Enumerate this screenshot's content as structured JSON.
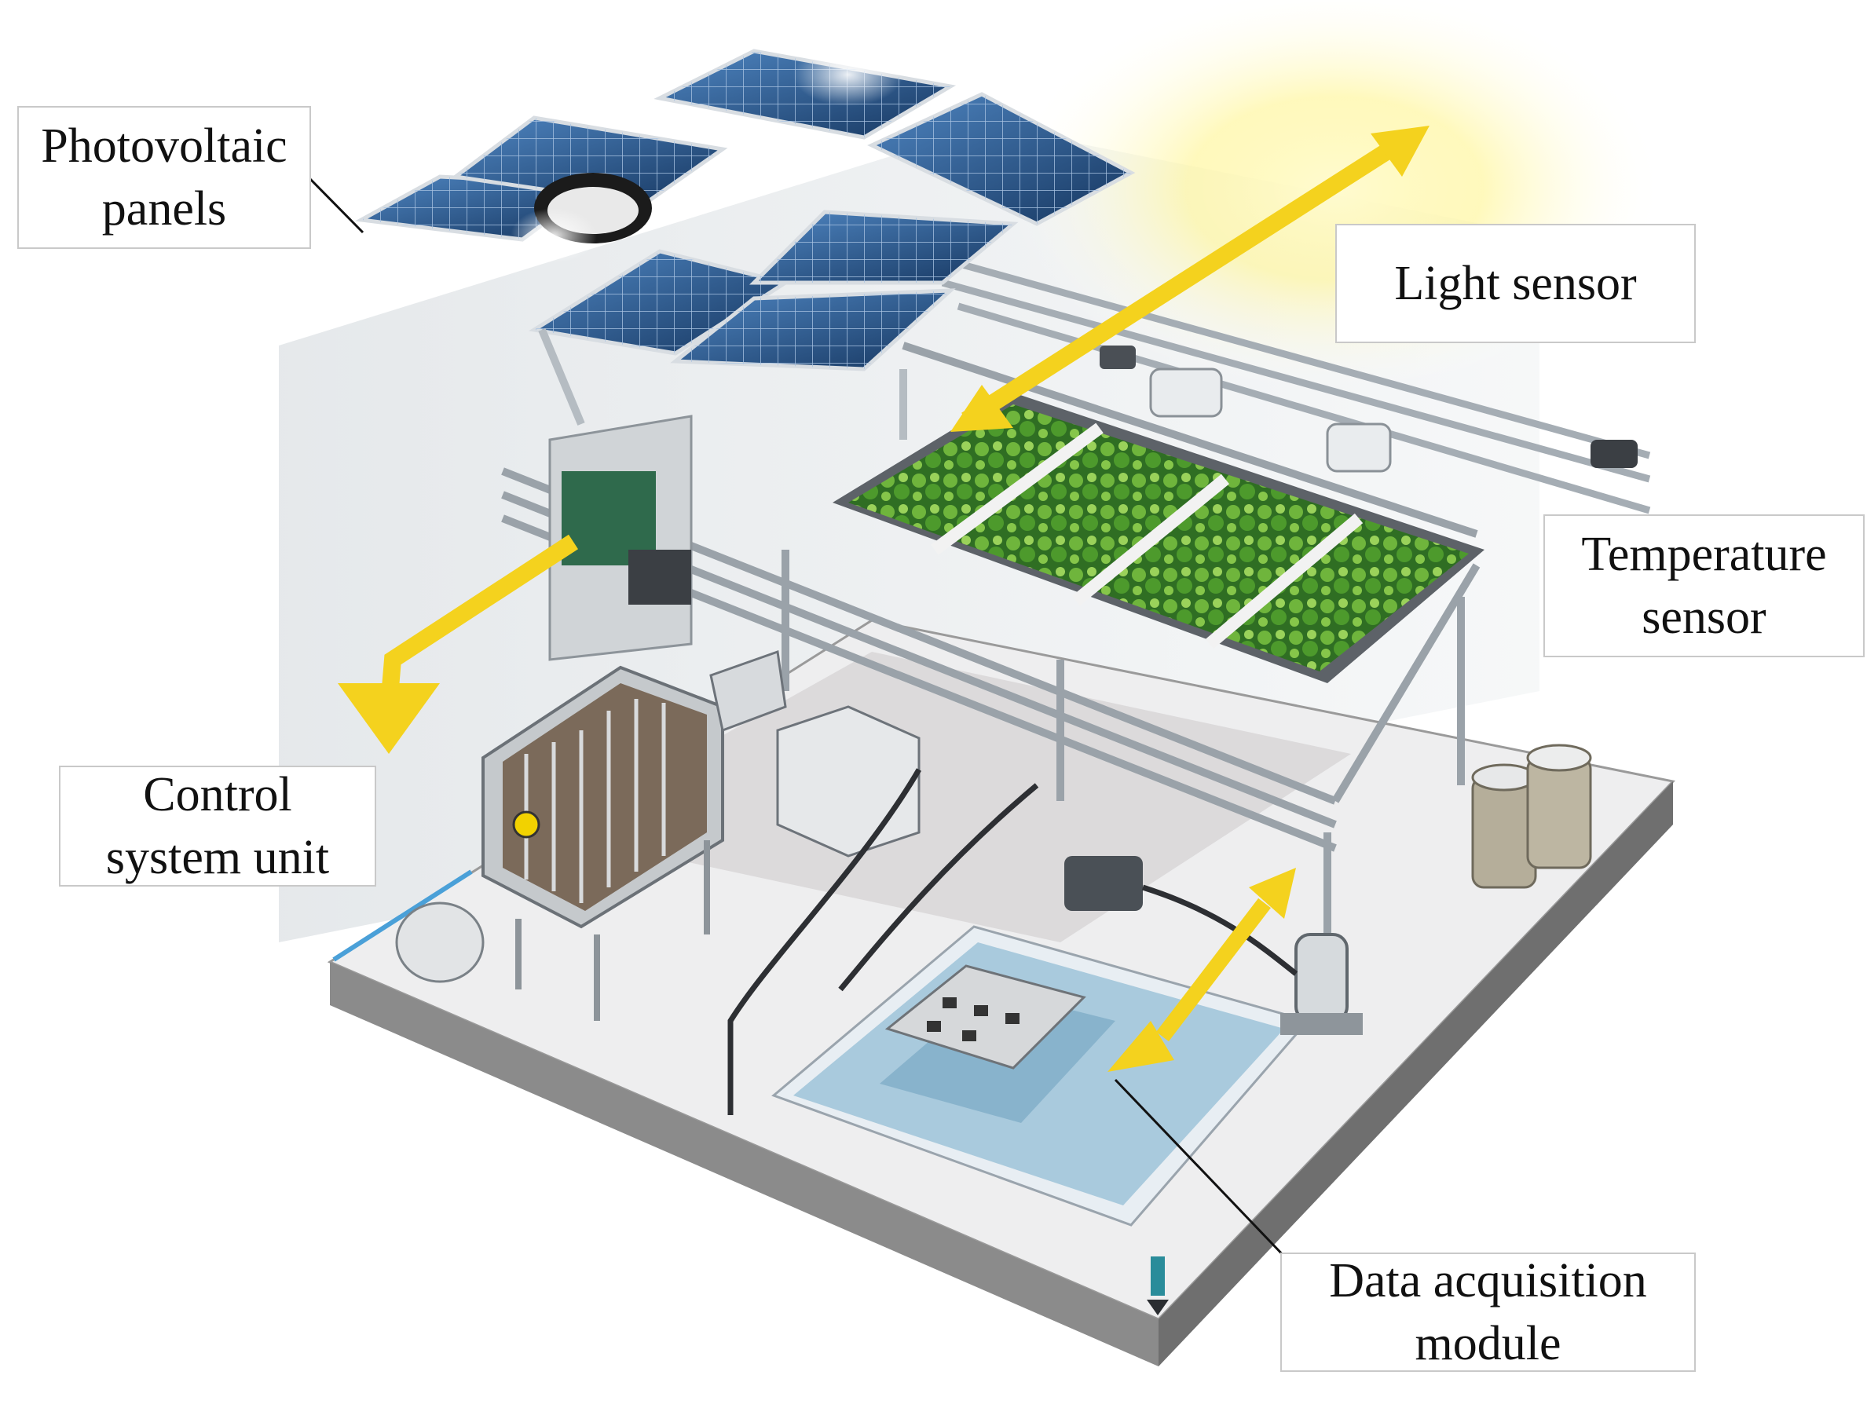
{
  "labels": {
    "photovoltaic": {
      "line1": "Photovoltaic",
      "line2": "panels"
    },
    "light_sensor": {
      "line1": "Light sensor"
    },
    "temperature_sensor": {
      "line1": "Temperature",
      "line2": "sensor"
    },
    "control_system": {
      "line1": "Control",
      "line2": "system unit"
    },
    "data_acquisition": {
      "line1": "Data acquisition",
      "line2": "module"
    }
  },
  "colors": {
    "arrow": "#f4d21e",
    "solar_panel": "#1f4f86",
    "plants": "#3f8f2f",
    "platform": "#eeeeee",
    "water": "#9ec3d8",
    "frame": "#b8bec4"
  },
  "icons": [
    "solar-panel-icon",
    "sun-glow",
    "plant-tray",
    "cooling-unit",
    "water-tank",
    "pump",
    "arrow"
  ]
}
